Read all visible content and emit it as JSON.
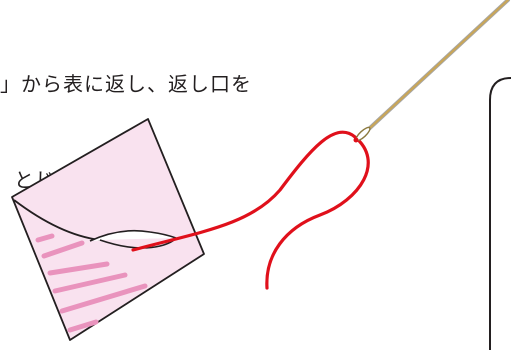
{
  "instruction": {
    "line1": "」から表に返し、返し口を",
    "line2": "とじでとじます。"
  },
  "colors": {
    "thread": "#e0101b",
    "fabric": "#f9e2ef",
    "stripe": "#e993bd",
    "outline": "#231f20",
    "needle": "#c9a658"
  },
  "icons": {
    "fabric": "fabric-square-icon",
    "needle": "needle-icon",
    "thread": "thread-icon",
    "panel": "rounded-panel"
  }
}
